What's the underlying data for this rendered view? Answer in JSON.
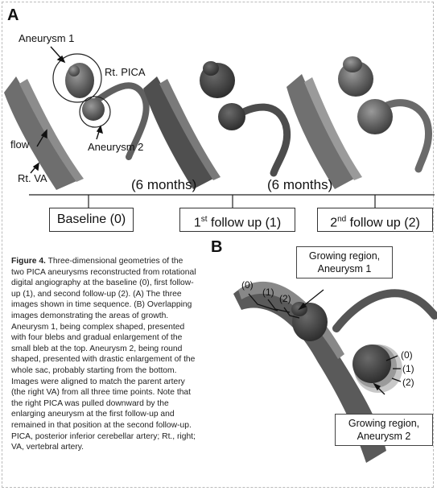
{
  "panel_a": {
    "letter": "A",
    "labels": {
      "aneurysm1": "Aneurysm 1",
      "rt_pica": "Rt. PICA",
      "flow": "flow",
      "aneurysm2": "Aneurysm 2",
      "rt_va": "Rt. VA"
    }
  },
  "timeline": {
    "intervals": [
      "(6 months)",
      "(6 months)"
    ],
    "points": [
      {
        "label": "Baseline (0)"
      },
      {
        "pre": "1",
        "sup": "st",
        "post": " follow up (1)"
      },
      {
        "pre": "2",
        "sup": "nd",
        "post": " follow up (2)"
      }
    ]
  },
  "panel_b": {
    "letter": "B",
    "growing1_line1": "Growing region,",
    "growing1_line2": "Aneurysm 1",
    "growing2_line1": "Growing region,",
    "growing2_line2": "Aneurysm 2",
    "marks_top": [
      "(0)",
      "(1)",
      "(2)"
    ],
    "marks_right": [
      "(0)",
      "(1)",
      "(2)"
    ]
  },
  "caption": {
    "heading": "Figure 4.",
    "body": " Three-dimensional geometries of the two PICA aneurysms reconstructed from rotational digital angiography at the baseline (0), first follow-up (1), and second follow-up (2). (A) The three images shown in time sequence. (B) Overlapping images demonstrating the areas of growth. Aneurysm 1, being complex shaped, presented with four blebs and gradual enlargement of the small bleb at the top. Aneurysm 2, being round shaped, presented with drastic enlargement of the whole sac, probably starting from the bottom. Images were aligned to match the parent artery (the right VA) from all three time points. Note that the right PICA was pulled downward by the enlarging aneurysm at the first follow-up and remained in that position at the second follow-up. PICA, posterior inferior cerebellar artery; Rt., right; VA, vertebral artery."
  }
}
